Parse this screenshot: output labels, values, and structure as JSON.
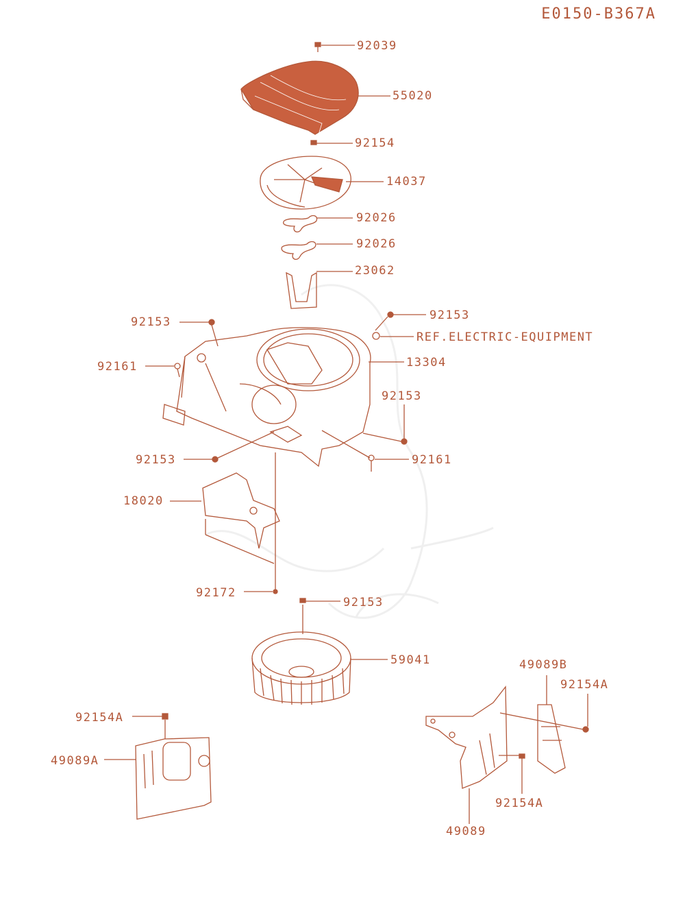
{
  "diagram_code": "E0150-B367A",
  "colors": {
    "line": "#b3583a",
    "fill": "#c9603f",
    "ghost": "#eeeeee"
  },
  "callouts": [
    {
      "id": "92039-top",
      "text": "92039"
    },
    {
      "id": "55020",
      "text": "55020"
    },
    {
      "id": "92154",
      "text": "92154"
    },
    {
      "id": "14037",
      "text": "14037"
    },
    {
      "id": "92026-a",
      "text": "92026"
    },
    {
      "id": "92026-b",
      "text": "92026"
    },
    {
      "id": "23062",
      "text": "23062"
    },
    {
      "id": "92153-left-top",
      "text": "92153"
    },
    {
      "id": "92153-right-top",
      "text": "92153"
    },
    {
      "id": "ref-electric",
      "text": "REF.ELECTRIC-EQUIPMENT"
    },
    {
      "id": "92161-left",
      "text": "92161"
    },
    {
      "id": "13304",
      "text": "13304"
    },
    {
      "id": "92153-right-mid",
      "text": "92153"
    },
    {
      "id": "92153-left-low",
      "text": "92153"
    },
    {
      "id": "92161-right",
      "text": "92161"
    },
    {
      "id": "18020",
      "text": "18020"
    },
    {
      "id": "92172",
      "text": "92172"
    },
    {
      "id": "92153-flywheel",
      "text": "92153"
    },
    {
      "id": "59041",
      "text": "59041"
    },
    {
      "id": "49089B",
      "text": "49089B"
    },
    {
      "id": "92154A-right",
      "text": "92154A"
    },
    {
      "id": "92154A-left",
      "text": "92154A"
    },
    {
      "id": "49089A",
      "text": "49089A"
    },
    {
      "id": "92154A-bottom",
      "text": "92154A"
    },
    {
      "id": "49089",
      "text": "49089"
    }
  ]
}
